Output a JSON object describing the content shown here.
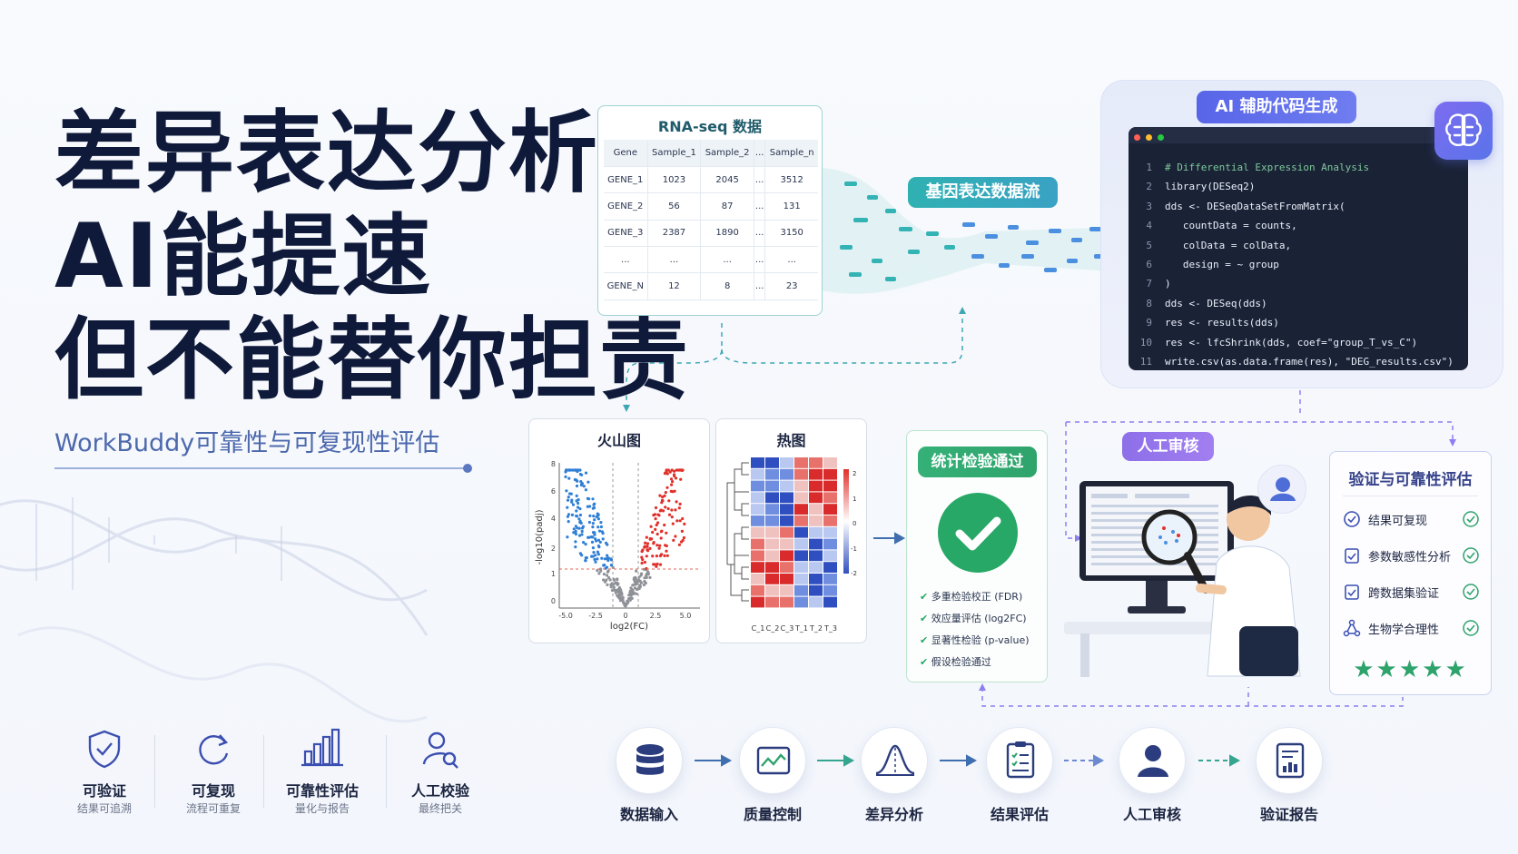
{
  "hero": {
    "line1": "差异表达分析",
    "line2": "AI能提速",
    "line3": "但不能替你担责",
    "subtitle": "WorkBuddy可靠性与可复现性评估"
  },
  "rna_table": {
    "title": "RNA-seq 数据",
    "headers": [
      "Gene",
      "Sample_1",
      "Sample_2",
      "...",
      "Sample_n"
    ],
    "rows": [
      [
        "GENE_1",
        "1023",
        "2045",
        "...",
        "3512"
      ],
      [
        "GENE_2",
        "56",
        "87",
        "...",
        "131"
      ],
      [
        "GENE_3",
        "2387",
        "1890",
        "...",
        "3150"
      ],
      [
        "...",
        "...",
        "...",
        "...",
        "..."
      ],
      [
        "GENE_N",
        "12",
        "8",
        "...",
        "23"
      ]
    ]
  },
  "flow_label": "基因表达数据流",
  "ai_code": {
    "title": "AI 辅助代码生成",
    "icon": "brain-icon",
    "lines": [
      {
        "n": "1",
        "text": "# Differential Expression Analysis"
      },
      {
        "n": "2",
        "text": "library(DESeq2)"
      },
      {
        "n": "3",
        "text": "dds <- DESeqDataSetFromMatrix("
      },
      {
        "n": "4",
        "text": "   countData = counts,"
      },
      {
        "n": "5",
        "text": "   colData = colData,"
      },
      {
        "n": "6",
        "text": "   design = ~ group"
      },
      {
        "n": "7",
        "text": ")"
      },
      {
        "n": "8",
        "text": "dds <- DESeq(dds)"
      },
      {
        "n": "9",
        "text": "res <- results(dds)"
      },
      {
        "n": "10",
        "text": "res <- lfcShrink(dds, coef=\"group_T_vs_C\")"
      },
      {
        "n": "11",
        "text": "write.csv(as.data.frame(res), \"DEG_results.csv\")"
      }
    ]
  },
  "volcano": {
    "title": "火山图",
    "xlabel": "log2(FC)",
    "ylabel": "-log10(padj)",
    "xticks": [
      "-5.0",
      "-2.5",
      "0",
      "2.5",
      "5.0"
    ],
    "yticks": [
      "0",
      "1",
      "2",
      "4",
      "6",
      "8"
    ]
  },
  "heatmap": {
    "title": "热图",
    "columns": [
      "C_1",
      "C_2",
      "C_3",
      "T_1",
      "T_2",
      "T_3"
    ],
    "scale": [
      "2",
      "1",
      "0",
      "-1",
      "-2"
    ]
  },
  "stats": {
    "title": "统计检验通过",
    "items": [
      "多重检验校正 (FDR)",
      "效应量评估 (log2FC)",
      "显著性检验 (p-value)",
      "假设检验通过"
    ]
  },
  "review": {
    "title": "人工审核"
  },
  "verify": {
    "title": "验证与可靠性评估",
    "items": [
      {
        "label": "结果可复现",
        "icon": "check-circle-icon"
      },
      {
        "label": "参数敏感性分析",
        "icon": "clipboard-check-icon"
      },
      {
        "label": "跨数据集验证",
        "icon": "clipboard-check-icon"
      },
      {
        "label": "生物学合理性",
        "icon": "network-icon"
      }
    ],
    "rating": 5
  },
  "features": [
    {
      "label": "可验证",
      "sub": "结果可追溯",
      "icon": "shield-check-icon"
    },
    {
      "label": "可复现",
      "sub": "流程可重复",
      "icon": "refresh-icon"
    },
    {
      "label": "可靠性评估",
      "sub": "量化与报告",
      "icon": "bar-chart-icon"
    },
    {
      "label": "人工校验",
      "sub": "最终把关",
      "icon": "user-search-icon"
    }
  ],
  "pipeline": [
    {
      "label": "数据输入",
      "icon": "database-icon"
    },
    {
      "label": "质量控制",
      "icon": "line-chart-icon"
    },
    {
      "label": "差异分析",
      "icon": "bell-curve-icon"
    },
    {
      "label": "结果评估",
      "icon": "clipboard-list-icon"
    },
    {
      "label": "人工审核",
      "icon": "user-icon"
    },
    {
      "label": "验证报告",
      "icon": "report-icon"
    }
  ],
  "colors": {
    "navy": "#0f1a3a",
    "teal": "#2fb1b2",
    "indigo": "#5865e8",
    "green": "#2fa36c",
    "purple": "#8d6fe8",
    "up_red": "#e0302a",
    "down_blue": "#2f7fd6"
  }
}
